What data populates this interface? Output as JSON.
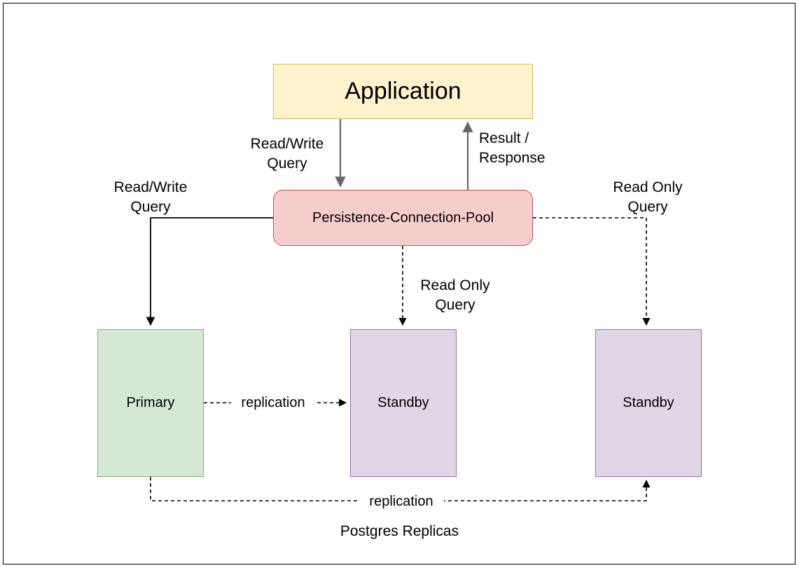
{
  "diagram": {
    "caption": "Postgres Replicas",
    "nodes": {
      "application": {
        "label": "Application",
        "fill": "#fff2cc",
        "stroke": "#d6b656"
      },
      "pool": {
        "label": "Persistence-Connection-Pool",
        "fill": "#f8cecc",
        "stroke": "#b85450"
      },
      "primary": {
        "label": "Primary",
        "fill": "#d5e8d4",
        "stroke": "#82b366"
      },
      "standby_center": {
        "label": "Standby",
        "fill": "#e1d5e7",
        "stroke": "#9673a6"
      },
      "standby_right": {
        "label": "Standby",
        "fill": "#e1d5e7",
        "stroke": "#9673a6"
      }
    },
    "edges": {
      "app_to_pool": {
        "label": "Read/Write\nQuery",
        "style": "solid",
        "color": "#666666"
      },
      "pool_to_app": {
        "label": "Result /\nResponse",
        "style": "solid",
        "color": "#666666"
      },
      "pool_to_primary": {
        "label": "Read/Write\nQuery",
        "style": "solid",
        "color": "#000000"
      },
      "pool_to_standby_right": {
        "label": "Read Only\nQuery",
        "style": "dashed",
        "color": "#000000"
      },
      "pool_to_standby_center": {
        "label": "Read Only\nQuery",
        "style": "dashed",
        "color": "#000000"
      },
      "primary_to_standby_center": {
        "label": "replication",
        "style": "dashed",
        "color": "#000000"
      },
      "primary_to_standby_right": {
        "label": "replication",
        "style": "dashed",
        "color": "#000000"
      }
    }
  }
}
